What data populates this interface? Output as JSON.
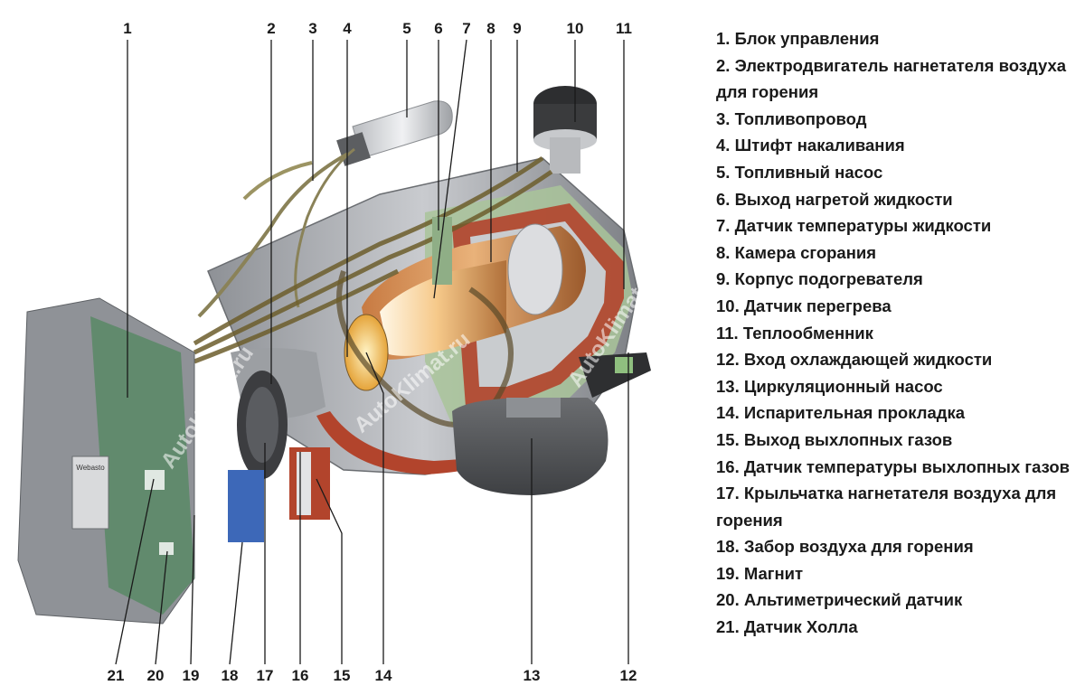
{
  "callouts": [
    "1",
    "2",
    "3",
    "4",
    "5",
    "6",
    "7",
    "8",
    "9",
    "10",
    "11",
    "12",
    "13",
    "14",
    "15",
    "16",
    "17",
    "18",
    "19",
    "20",
    "21"
  ],
  "legend": [
    "1. Блок управления",
    "2. Электродвигатель нагнетателя воздуха для горения",
    "3. Топливопровод",
    "4. Штифт накаливания",
    "5. Топливный насос",
    "6. Выход нагретой жидкости",
    "7. Датчик температуры жидкости",
    "8. Камера сгорания",
    "9. Корпус подогревателя",
    "10. Датчик перегрева",
    "11. Теплообменник",
    "12. Вход охлаждающей жидкости",
    "13. Циркуляционный насос",
    "14. Испарительная прокладка",
    "15. Выход выхлопных газов",
    "16. Датчик температуры выхлопных газов",
    "17. Крыльчатка нагнетателя воздуха для горения",
    "18. Забор воздуха для горения",
    "19. Магнит",
    "20. Альтиметрический датчик",
    "21. Датчик Холла"
  ],
  "watermark": "AutoKlimat.ru",
  "logo_text": "Webasto"
}
